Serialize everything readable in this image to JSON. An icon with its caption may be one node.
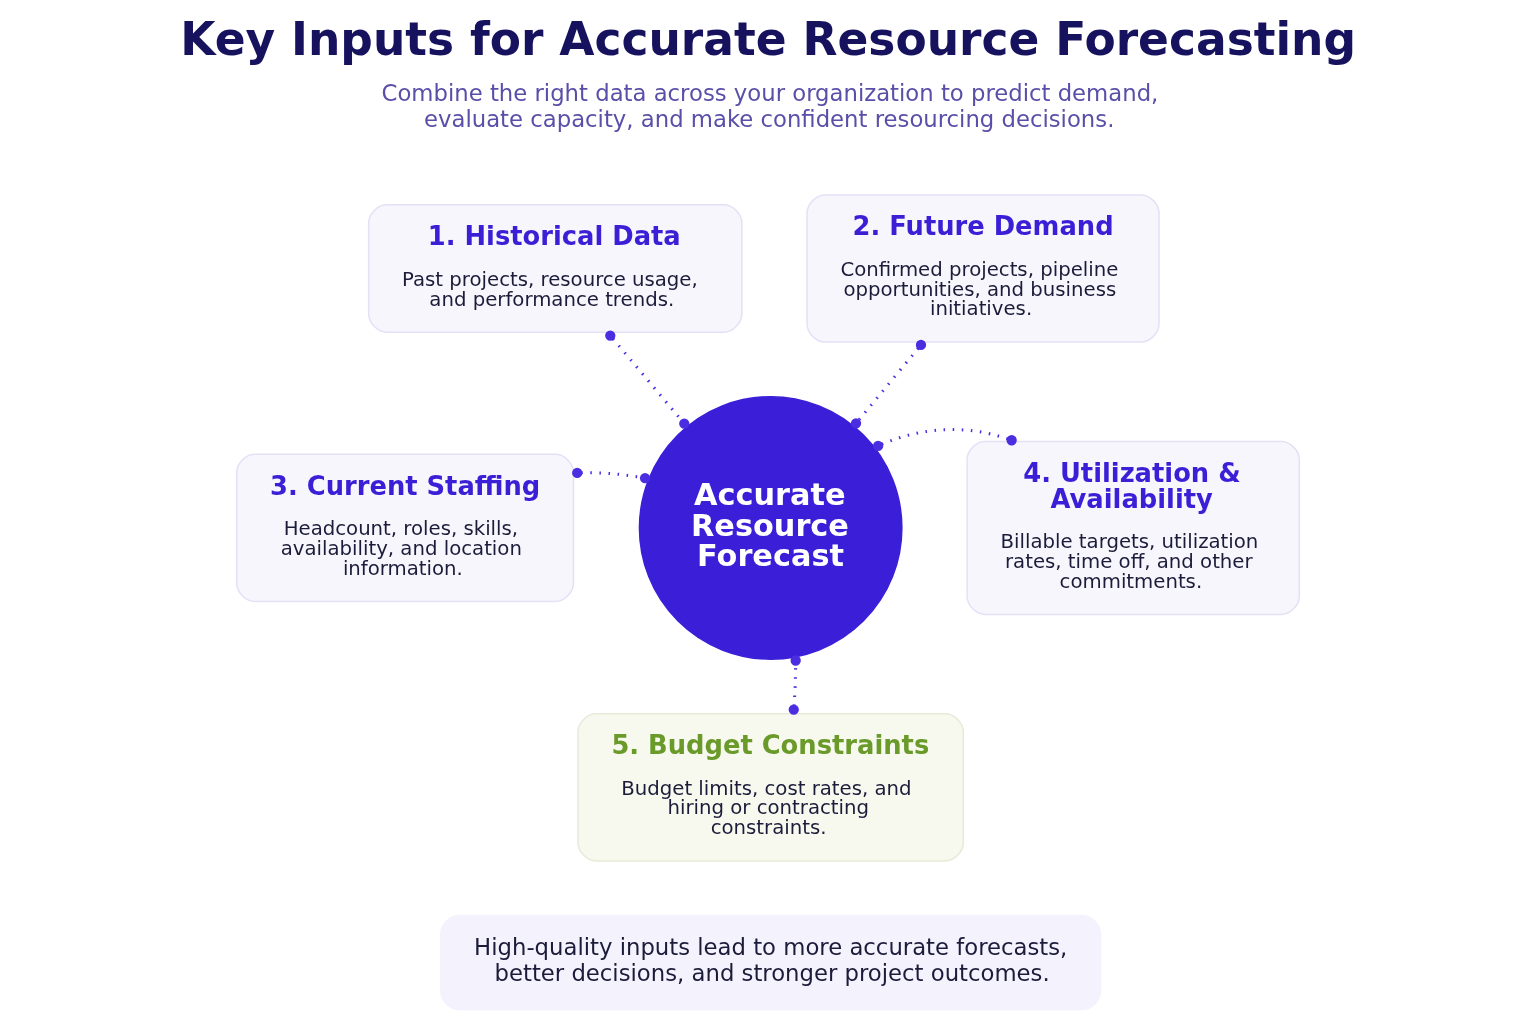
{
  "diagram": {
    "title": "Key Inputs for Accurate Resource Forecasting",
    "nodes": [
      {
        "text": [
          "Accurate Resource Forecast"
        ]
      },
      {
        "text": [
          "1. Historical Data",
          "Past projects, resource usage, and performance trends."
        ]
      },
      {
        "text": [
          "2. Future Demand",
          "Confirmed projects, pipeline opportunities, and business initiatives."
        ]
      },
      {
        "text": [
          "3. Current Staffing",
          "Headcount, roles, skills, availability, and location information."
        ]
      },
      {
        "text": [
          "4. Utilization & Availability",
          "Billable targets, utilization rates, time off, and other commitments."
        ]
      },
      {
        "text": [
          "5. Budget Constraints",
          "Budget limits, cost rates, and hiring or contracting constraints."
        ]
      },
      {
        "text": [
          "High-quality inputs lead to more accurate forecasts, better decisions, and stronger project outcomes."
        ]
      }
    ],
    "edges": [
      {
        "from": 1,
        "to": 0,
        "arrow": "other",
        "style": "dashed"
      },
      {
        "from": 2,
        "to": 0,
        "arrow": "other",
        "style": "dashed"
      },
      {
        "from": 3,
        "to": 0,
        "arrow": "other",
        "style": "dashed"
      },
      {
        "from": 4,
        "to": 0,
        "arrow": "other",
        "style": "dashed"
      },
      {
        "from": 5,
        "to": 0,
        "arrow": "other",
        "style": "dashed"
      }
    ],
    "labels": [
      "Combine the right data across your organization to predict demand, evaluate capacity, and make confident resourcing decisions."
    ]
  }
}
